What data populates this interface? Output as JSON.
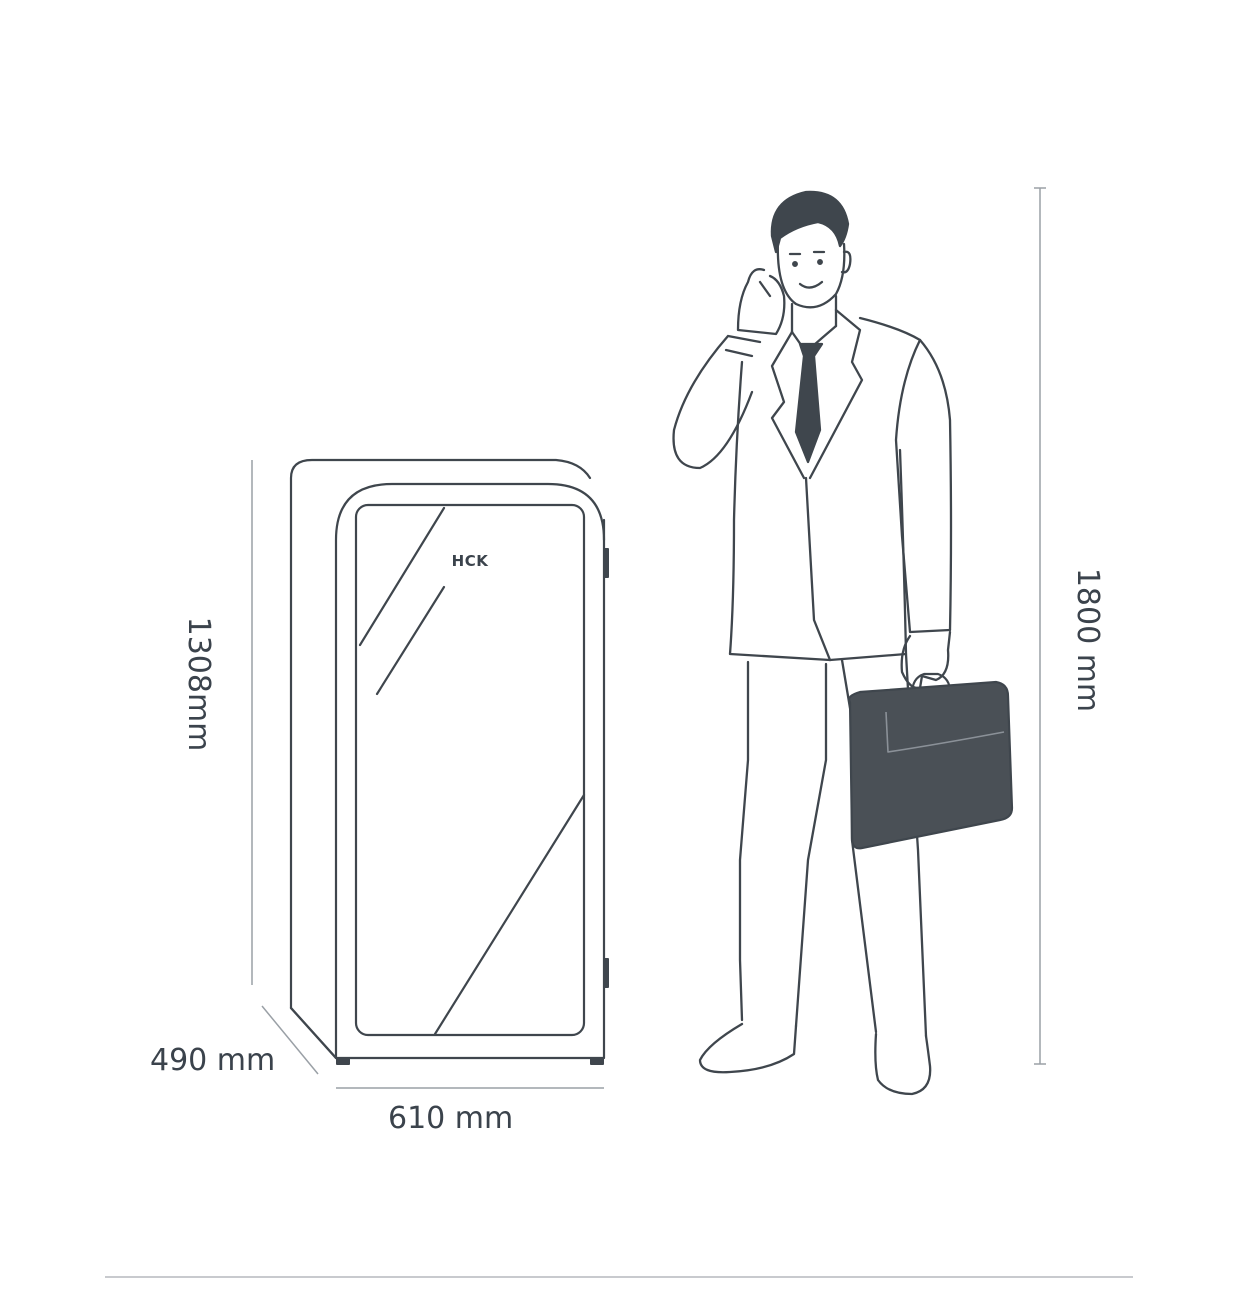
{
  "dimensions": {
    "appliance_height": "1308mm",
    "appliance_depth": "490 mm",
    "appliance_width": "610 mm",
    "person_height": "1800 mm"
  },
  "appliance": {
    "brand_logo": "HCK"
  },
  "colors": {
    "line": "#3f464d",
    "dimension_line": "#9aa0a6",
    "briefcase_fill": "#4a5056",
    "text": "#3b434c"
  }
}
